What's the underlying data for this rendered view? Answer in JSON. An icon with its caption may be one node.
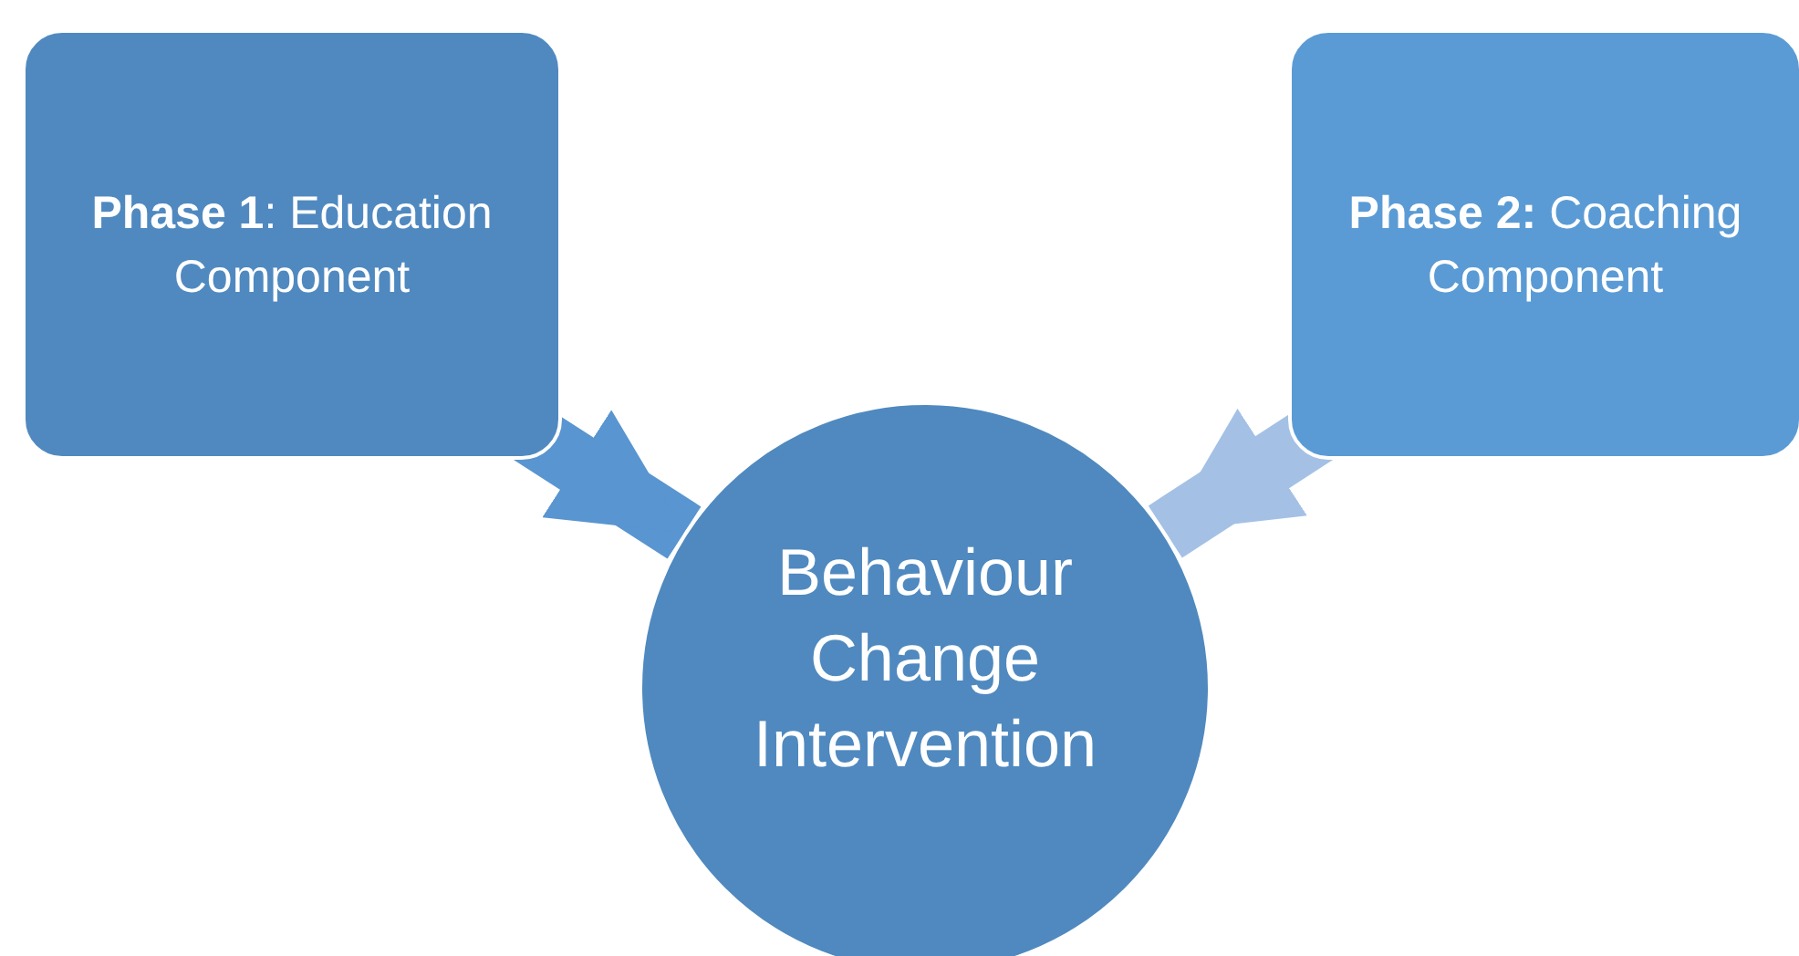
{
  "diagram": {
    "nodes": [
      {
        "text": [
          "**Phase 1**: Education Component"
        ]
      },
      {
        "text": [
          "**Phase 2:** Coaching Component"
        ]
      },
      {
        "text": [
          "Behaviour Change Intervention"
        ]
      }
    ],
    "edges": [
      {
        "from": 0,
        "to": 2,
        "arrow": "to"
      },
      {
        "from": 1,
        "to": 2,
        "arrow": "to",
        "color": "#a4c1e5"
      }
    ]
  }
}
